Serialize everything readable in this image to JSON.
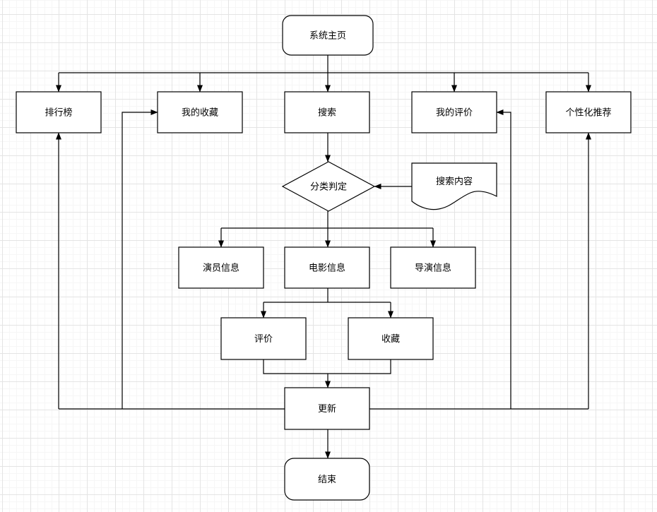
{
  "diagram": {
    "nodes": {
      "home": {
        "label": "系统主页",
        "shape": "rounded-rect"
      },
      "ranking": {
        "label": "排行榜",
        "shape": "rect"
      },
      "favorites": {
        "label": "我的收藏",
        "shape": "rect"
      },
      "search": {
        "label": "搜索",
        "shape": "rect"
      },
      "my_reviews": {
        "label": "我的评价",
        "shape": "rect"
      },
      "recommend": {
        "label": "个性化推荐",
        "shape": "rect"
      },
      "classify": {
        "label": "分类判定",
        "shape": "decision-diamond"
      },
      "search_content": {
        "label": "搜索内容",
        "shape": "document"
      },
      "actor_info": {
        "label": "演员信息",
        "shape": "rect"
      },
      "movie_info": {
        "label": "电影信息",
        "shape": "rect"
      },
      "director_info": {
        "label": "导演信息",
        "shape": "rect"
      },
      "review": {
        "label": "评价",
        "shape": "rect"
      },
      "collect": {
        "label": "收藏",
        "shape": "rect"
      },
      "update": {
        "label": "更新",
        "shape": "rect"
      },
      "end": {
        "label": "结束",
        "shape": "rounded-rect"
      }
    },
    "colors": {
      "stroke": "#000000",
      "node_fill": "#ffffff",
      "canvas": "#ffffff",
      "grid_minor": "#f6f6f6",
      "grid_major": "#e4e4e4"
    }
  }
}
